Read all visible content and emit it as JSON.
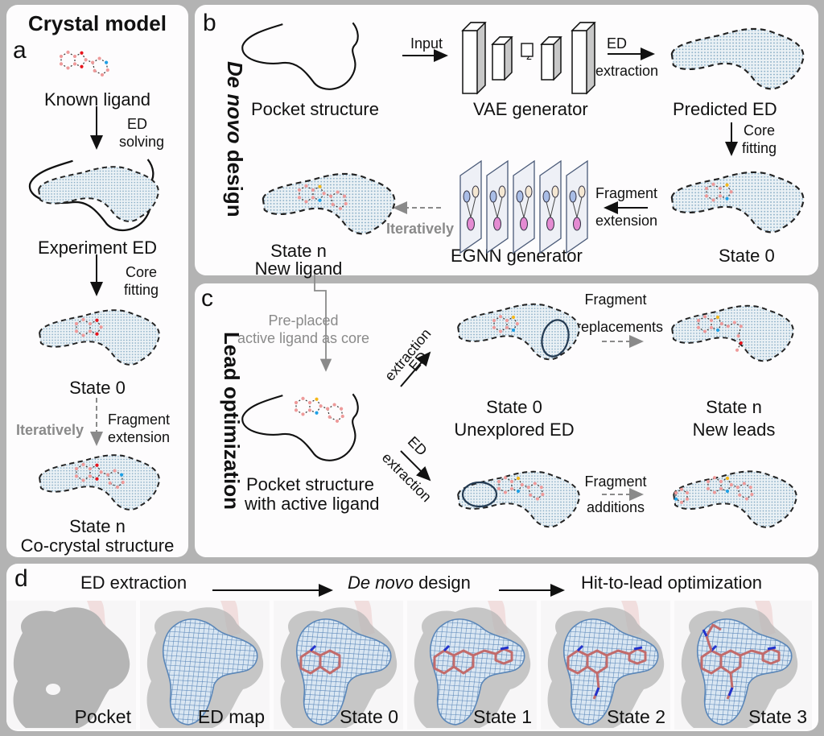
{
  "panel_a": {
    "letter": "a",
    "title": "Crystal model",
    "known_ligand": "Known ligand",
    "step1": [
      "ED",
      "solving"
    ],
    "experiment_ed": "Experiment ED",
    "step2": [
      "Core",
      "fitting"
    ],
    "state0": "State 0",
    "iteratively": "Iteratively",
    "step3": [
      "Fragment",
      "extension"
    ],
    "staten": [
      "State n",
      "Co-crystal structure"
    ]
  },
  "panel_b": {
    "letter": "b",
    "side_title_italic": "De novo",
    "side_title_rest": " design",
    "pocket_structure": "Pocket structure",
    "input": "Input",
    "vae_generator": "VAE generator",
    "latent": "z",
    "ed_extraction": [
      "ED",
      "extraction"
    ],
    "predicted_ed": "Predicted ED",
    "core_fitting": [
      "Core",
      "fitting"
    ],
    "state0": "State 0",
    "fragment_extension": [
      "Fragment",
      "extension"
    ],
    "egnn_generator": "EGNN generator",
    "iteratively": "Iteratively",
    "staten": [
      "State n",
      "New ligand"
    ]
  },
  "panel_c": {
    "letter": "c",
    "side_title": "Lead optimization",
    "preplaced": [
      "Pre-placed",
      "active ligand as core"
    ],
    "pocket_with_ligand": [
      "Pocket structure",
      "with active ligand"
    ],
    "ed_extraction_up": [
      "ED",
      "extraction"
    ],
    "ed_extraction_down": [
      "ED",
      "extraction"
    ],
    "state0": [
      "State 0",
      "Unexplored ED"
    ],
    "staten": [
      "State n",
      "New leads"
    ],
    "replacements": [
      "Fragment",
      "replacements"
    ],
    "additions": [
      "Fragment",
      "additions"
    ]
  },
  "panel_d": {
    "letter": "d",
    "flow": [
      "ED extraction",
      "De novo",
      " design",
      "Hit-to-lead optimization"
    ],
    "thumbnails": [
      "Pocket",
      "ED map",
      "State 0",
      "State 1",
      "State 2",
      "State 3"
    ]
  },
  "colors": {
    "atom_carbon": "#ee9a9a",
    "atom_oxygen": "#e8141c",
    "atom_nitrogen": "#1ea0e6",
    "atom_sulfur": "#f5b81a",
    "ed_fill": "#cfe2ec",
    "mesh": "#5a86b8",
    "pocket_grey": "#b5b5b5"
  }
}
